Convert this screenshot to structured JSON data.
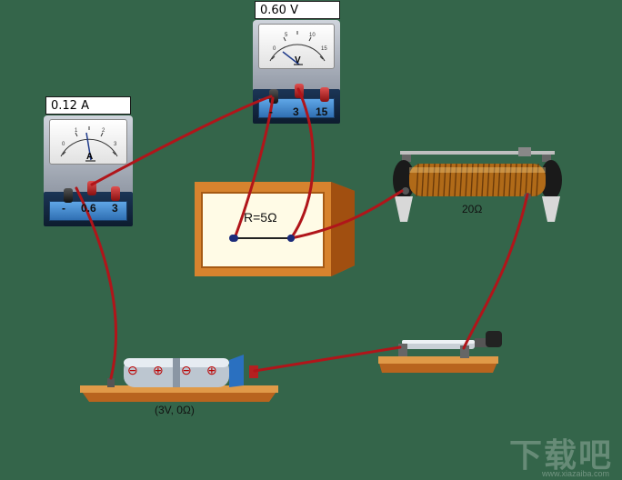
{
  "voltmeter": {
    "reading": "0.60 V",
    "unit_symbol": "V",
    "terminals": [
      "-",
      "3",
      "15"
    ],
    "scale": [
      "0",
      "5",
      "10",
      "15"
    ]
  },
  "ammeter": {
    "reading": "0.12 A",
    "unit_symbol": "A",
    "terminals": [
      "-",
      "0.6",
      "3"
    ],
    "scale": [
      "0",
      "1",
      "2",
      "3"
    ]
  },
  "resistor": {
    "label": "R=5Ω"
  },
  "rheostat": {
    "label": "20Ω"
  },
  "battery": {
    "label": "(3V, 0Ω)",
    "cell_signs": [
      "⊖",
      "⊕",
      "⊖",
      "⊕"
    ]
  },
  "watermark": {
    "text": "下载吧",
    "sub": "www.xiazaiba.com"
  },
  "colors": {
    "background": "#34654a",
    "wire": "#b0151a",
    "wood": "#d98a2b"
  }
}
